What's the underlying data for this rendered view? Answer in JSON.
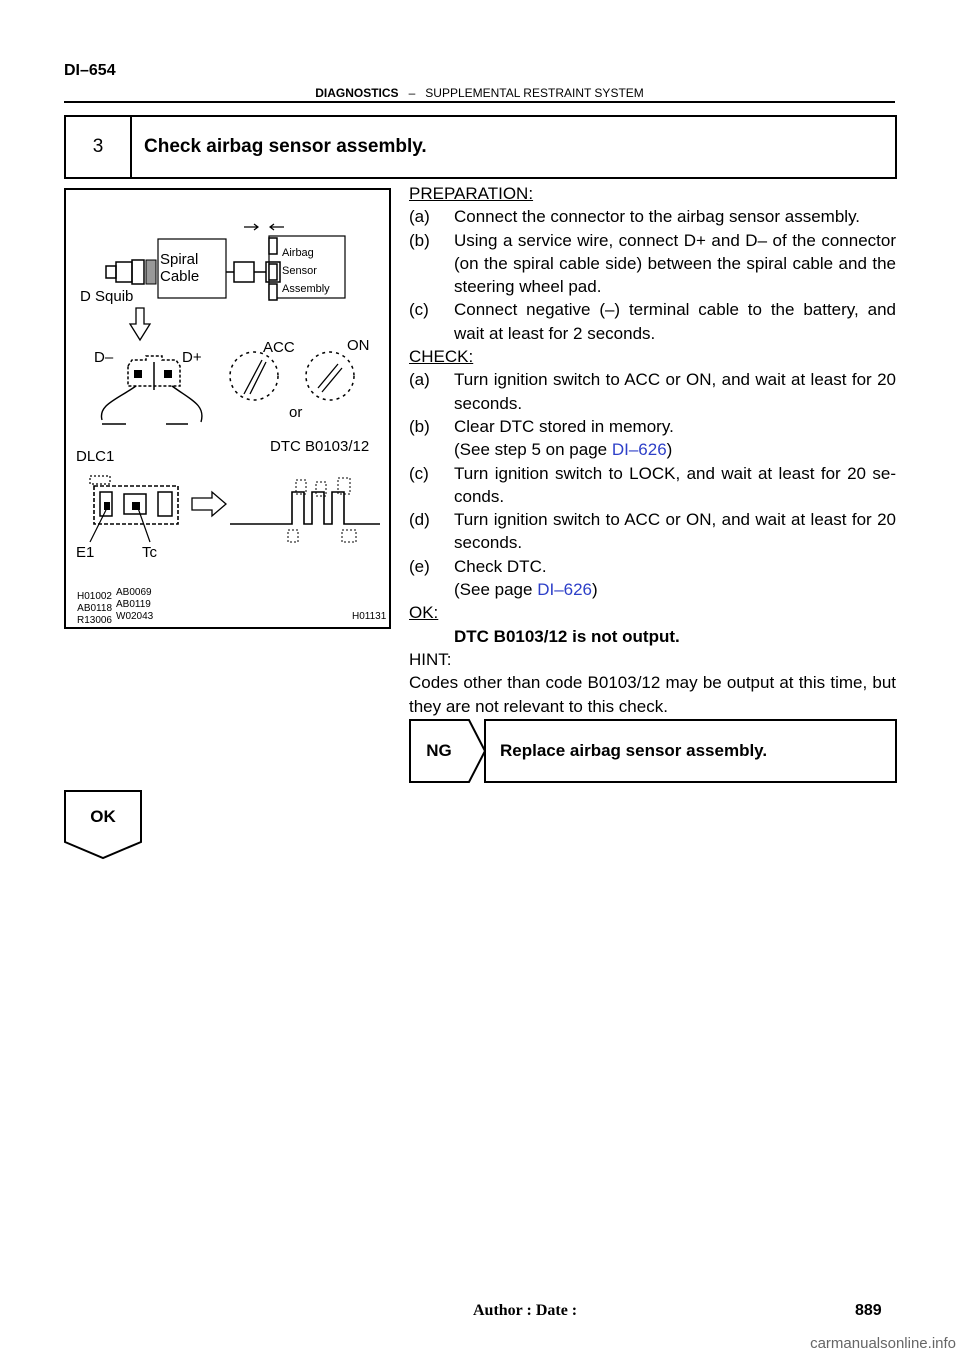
{
  "header": {
    "page_code": "DI–654",
    "section": "DIAGNOSTICS",
    "separator": "–",
    "subsection": "SUPPLEMENTAL RESTRAINT SYSTEM"
  },
  "step": {
    "number": "3",
    "title": "Check airbag sensor assembly."
  },
  "figure": {
    "spiral_cable": "Spiral Cable",
    "spiral_cable_l1": "Spiral",
    "spiral_cable_l2": "Cable",
    "airbag_l1": "Airbag",
    "airbag_l2": "Sensor",
    "airbag_l3": "Assembly",
    "d_squib": "D Squib",
    "d_minus": "D–",
    "d_plus": "D+",
    "acc": "ACC",
    "on": "ON",
    "or": "or",
    "dlc1": "DLC1",
    "dtc": "DTC B0103/12",
    "e1": "E1",
    "tc": "Tc",
    "codes_left_1": "H01002",
    "codes_left_2": "AB0118",
    "codes_left_3": "R13006",
    "codes_mid_1": "AB0069",
    "codes_mid_2": "AB0119",
    "codes_mid_3": "W02043",
    "code_right": "H01131"
  },
  "preparation": {
    "heading": "PREPARATION:",
    "a_label": "(a)",
    "a_text": "Connect the connector to the airbag sensor assembly.",
    "b_label": "(b)",
    "b_text": "Using a service wire, connect D+ and D– of the connector (on the spiral cable side) between the spiral cable and the steering wheel pad.",
    "c_label": "(c)",
    "c_text": "Connect negative (–) terminal cable to the battery, and wait at least for 2 seconds."
  },
  "check": {
    "heading": "CHECK:",
    "a_label": "(a)",
    "a_text": "Turn ignition switch to ACC or ON, and wait at least for 20 seconds.",
    "b_label": "(b)",
    "b_text": "Clear DTC stored in memory.",
    "b_ref_pre": "(See step 5 on page ",
    "b_ref_link": "DI–626",
    "b_ref_post": ")",
    "c_label": "(c)",
    "c_text": "Turn ignition switch to LOCK, and wait at least for 20 se- conds.",
    "d_label": "(d)",
    "d_text": "Turn ignition switch to ACC or ON, and wait at least for 20 seconds.",
    "e_label": "(e)",
    "e_text": "Check DTC.",
    "e_ref_pre": "(See page ",
    "e_ref_link": "DI–626",
    "e_ref_post": ")"
  },
  "ok": {
    "heading": "OK:",
    "text": "DTC B0103/12 is not output."
  },
  "hint": {
    "heading": "HINT:",
    "text": "Codes other than code B0103/12 may be output at this time, but they are not relevant to this check."
  },
  "ng_result": {
    "label": "NG",
    "action": "Replace airbag sensor assembly."
  },
  "ok_result": {
    "label": "OK"
  },
  "footer": {
    "author_date": "Author : Date :",
    "page": "889"
  },
  "watermark": "carmanualsonline.info"
}
